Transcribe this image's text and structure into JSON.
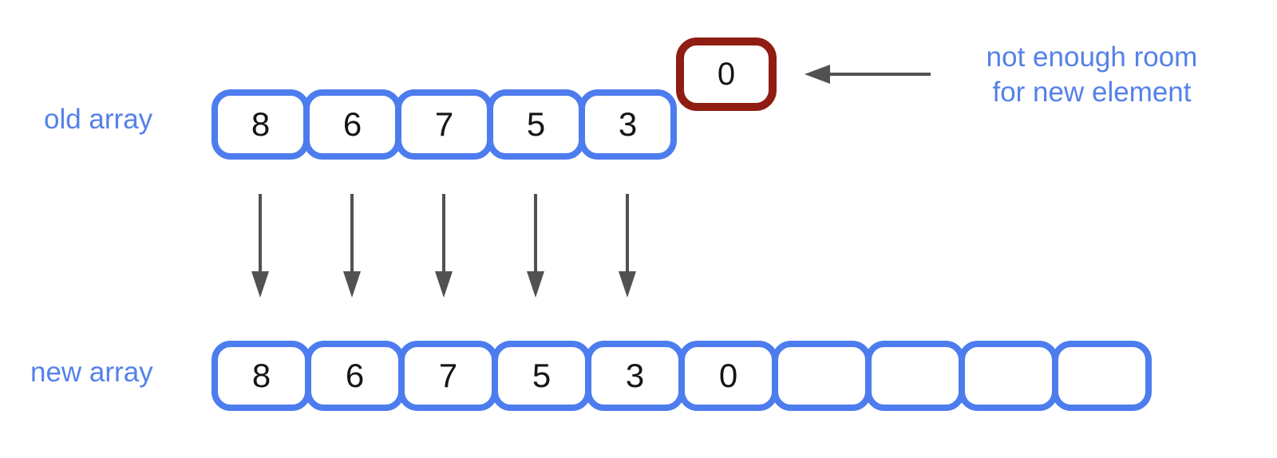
{
  "diagram": {
    "old_array": {
      "label": "old array",
      "cells": [
        "8",
        "6",
        "7",
        "5",
        "3"
      ]
    },
    "overflow_box": {
      "value": "0"
    },
    "annotation": {
      "line1": "not enough room",
      "line2": "for new element"
    },
    "new_array": {
      "label": "new array",
      "cells": [
        "8",
        "6",
        "7",
        "5",
        "3",
        "0",
        "",
        "",
        "",
        ""
      ]
    },
    "icons": {
      "pointer_arrow": "left-arrow-icon",
      "copy_arrows": "down-arrow-icon"
    },
    "colors": {
      "cell_border": "#4d7cee",
      "label_text": "#5581e8",
      "overflow_border": "#8f1d12",
      "arrow": "#515154",
      "number_text": "#151515",
      "background": "#ffffff"
    }
  }
}
